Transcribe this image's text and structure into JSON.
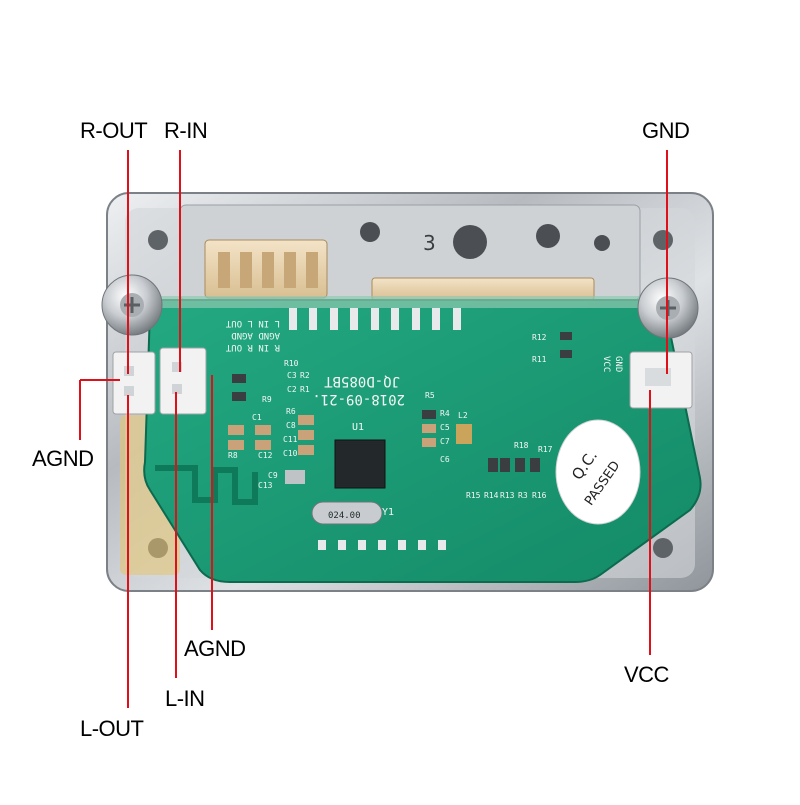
{
  "callouts": {
    "r_out": "R-OUT",
    "r_in": "R-IN",
    "gnd": "GND",
    "agnd_left": "AGND",
    "agnd_bottom": "AGND",
    "l_in": "L-IN",
    "l_out": "L-OUT",
    "vcc": "VCC"
  },
  "board": {
    "model": "JQ-D085BT",
    "date": "2018-09-21.",
    "chip": "U1",
    "crystal": "Y1",
    "crystal_text": "024.00",
    "case_number": "3",
    "qc_line1": "Q.C.",
    "qc_line2": "PASSED",
    "silk_header_1": "R IN R OUT",
    "silk_header_2": "AGND AGND",
    "silk_header_3": "L IN L OUT",
    "silk_gnd": "GND",
    "silk_vcc": "VCC",
    "refs": {
      "r10": "R10",
      "c3": "C3",
      "r2": "R2",
      "c2": "C2",
      "r1": "R1",
      "r9": "R9",
      "c1": "C1",
      "r6": "R6",
      "c8": "C8",
      "c11": "C11",
      "c10": "C10",
      "r8": "R8",
      "c12": "C12",
      "c9": "C9",
      "c13": "C13",
      "r5": "R5",
      "r4": "R4",
      "c5": "C5",
      "c7": "C7",
      "c6": "C6",
      "l2": "L2",
      "r12": "R12",
      "r11": "R11",
      "r18": "R18",
      "r17": "R17",
      "r16": "R16",
      "r3": "R3",
      "r13": "R13",
      "r14": "R14",
      "r15": "R15"
    }
  },
  "colors": {
    "pcb": "#1a9c74",
    "pcb_dark": "#0f7a5a",
    "callout_line": "#e0101a",
    "metal": "#c9ccd0"
  }
}
